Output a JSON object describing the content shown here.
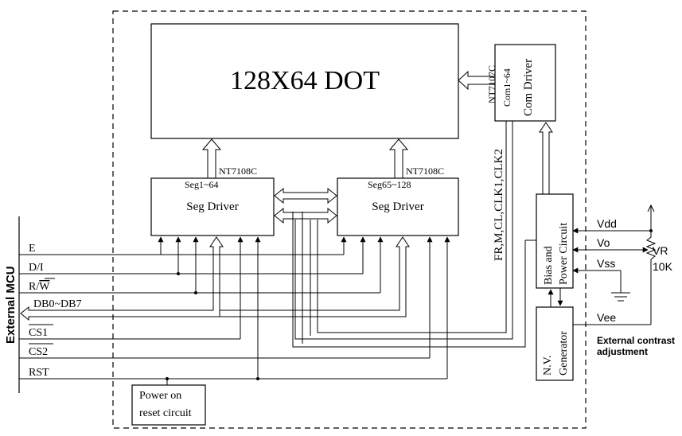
{
  "display": {
    "title": "128X64 DOT"
  },
  "com_driver": {
    "chip": "NT7107C",
    "range": "Com1~64",
    "label": "Com Driver"
  },
  "seg_driver_1": {
    "chip": "NT7108C",
    "range": "Seg1~64",
    "label": "Seg Driver"
  },
  "seg_driver_2": {
    "chip": "NT7108C",
    "range": "Seg65~128",
    "label": "Seg Driver"
  },
  "bias_power": {
    "label_line1": "Bias and",
    "label_line2": "Power Circuit"
  },
  "nv_generator": {
    "label_line1": "N.V.",
    "label_line2": "Generator"
  },
  "reset_circuit": {
    "label_line1": "Power on",
    "label_line2": "reset circuit"
  },
  "clock_signals": "FR,M,CL,CLK1,CLK2",
  "supply": {
    "vdd": "Vdd",
    "vo": "Vo",
    "vss": "Vss",
    "vee": "Vee",
    "vr": "VR",
    "vr_value": "10K"
  },
  "external": {
    "mcu": "External MCU",
    "contrast_line1": "External contrast",
    "contrast_line2": "adjustment"
  },
  "signals": {
    "e": "E",
    "di": "D/I",
    "rw_prefix": "R/",
    "rw_bar": "W",
    "db": "DB0~DB7",
    "cs1": "CS1",
    "cs2": "CS2",
    "rst": "RST"
  }
}
